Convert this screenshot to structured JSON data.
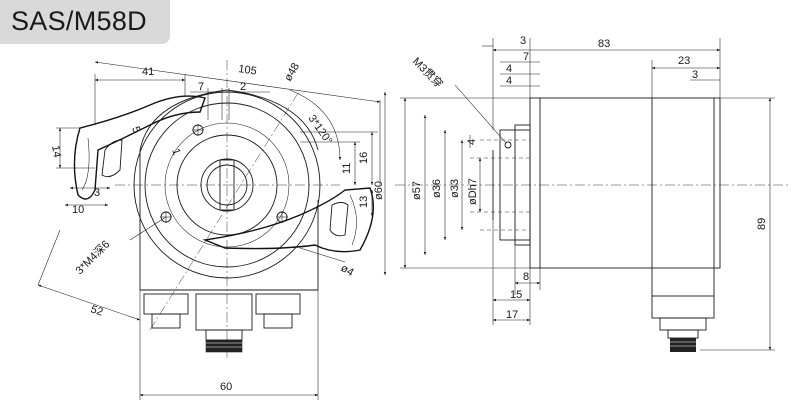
{
  "title": "SAS/M58D",
  "labels": {
    "d41": "41",
    "d105": "105",
    "d48": "ø48",
    "d7a": "7",
    "d2": "2",
    "d3x120": "3*120°",
    "d5": "5",
    "d14": "14",
    "d1": "1",
    "d3a": "3",
    "d10": "10",
    "d11": "11",
    "d16": "16",
    "d60dia": "ø60",
    "d13": "13",
    "d4dia": "ø4",
    "m4": "3*M4深6",
    "d52": "52",
    "d60": "60",
    "m3": "M3贯穿",
    "d3b": "3",
    "d83": "83",
    "d7b": "7",
    "d4a": "4",
    "d4b": "4",
    "d23": "23",
    "d3c": "3",
    "d4c": "4",
    "d57": "ø57",
    "d36": "ø36",
    "d33": "ø33",
    "dh7": "øDh7",
    "d89": "89",
    "d8": "8",
    "d15": "15",
    "d17": "17"
  }
}
